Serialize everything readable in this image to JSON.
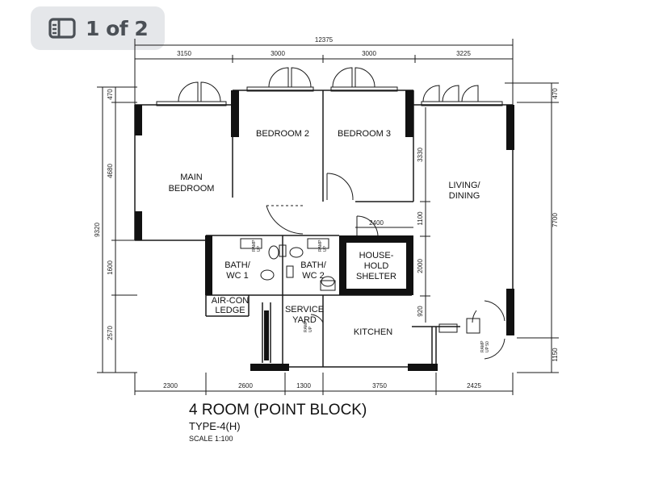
{
  "badge": {
    "icon": "gallery-panel-icon",
    "text": "1 of 2",
    "color": "#4b5056"
  },
  "dimensions": {
    "overall_width": "12375",
    "top": [
      "3150",
      "3000",
      "3000",
      "3225"
    ],
    "bottom": [
      "2300",
      "2600",
      "1300",
      "3750",
      "2425"
    ],
    "left_overall": "9320",
    "left": [
      "470",
      "4680",
      "1600",
      "2570"
    ],
    "right": [
      "470",
      "7700",
      "1150"
    ],
    "inner": {
      "d3330": "3330",
      "d1100": "1100",
      "d2000": "2000",
      "d920": "920",
      "d2400": "2400"
    }
  },
  "rooms": {
    "main_bedroom": [
      "MAIN",
      "BEDROOM"
    ],
    "bedroom2": "BEDROOM 2",
    "bedroom3": "BEDROOM 3",
    "living": [
      "LIVING/",
      "DINING"
    ],
    "bath1": [
      "BATH/",
      "WC 1"
    ],
    "bath2": [
      "BATH/",
      "WC 2"
    ],
    "shelter": [
      "HOUSE-",
      "HOLD",
      "SHELTER"
    ],
    "aircon": [
      "AIR-CON",
      "LEDGE"
    ],
    "service": [
      "SERVICE",
      "YARD"
    ],
    "kitchen": "KITCHEN"
  },
  "ramps": {
    "b1": [
      "RAMP",
      "UP"
    ],
    "b2": [
      "RAMP",
      "UP"
    ],
    "yard": [
      "RAMP",
      "UP"
    ],
    "entry": [
      "RAMP",
      "UP 50"
    ]
  },
  "title": {
    "main": "4 ROOM (POINT BLOCK)",
    "type": "TYPE-4(H)",
    "scale": "SCALE 1:100"
  },
  "colors": {
    "line": "#1a1a1a",
    "wall": "#111111"
  }
}
